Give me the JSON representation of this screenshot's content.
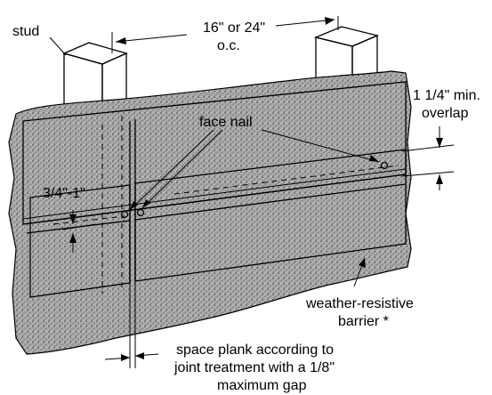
{
  "labels": {
    "stud": "stud",
    "spacing_line1": "16\" or 24\"",
    "spacing_line2": "o.c.",
    "overlap_line1": "1 1/4\" min.",
    "overlap_line2": "overlap",
    "face_nail": "face nail",
    "gap_dimension": "3/4\"-1\"",
    "barrier_line1": "weather-resistive",
    "barrier_line2": "barrier *",
    "joint_line1": "space plank according to",
    "joint_line2": "joint treatment with a 1/8\"",
    "joint_line3": "maximum gap"
  },
  "colors": {
    "stud_wood": "#bdbdbd",
    "barrier_texture": "#8a8a8a",
    "plank_face": "#ffffff",
    "ink": "#000000"
  }
}
